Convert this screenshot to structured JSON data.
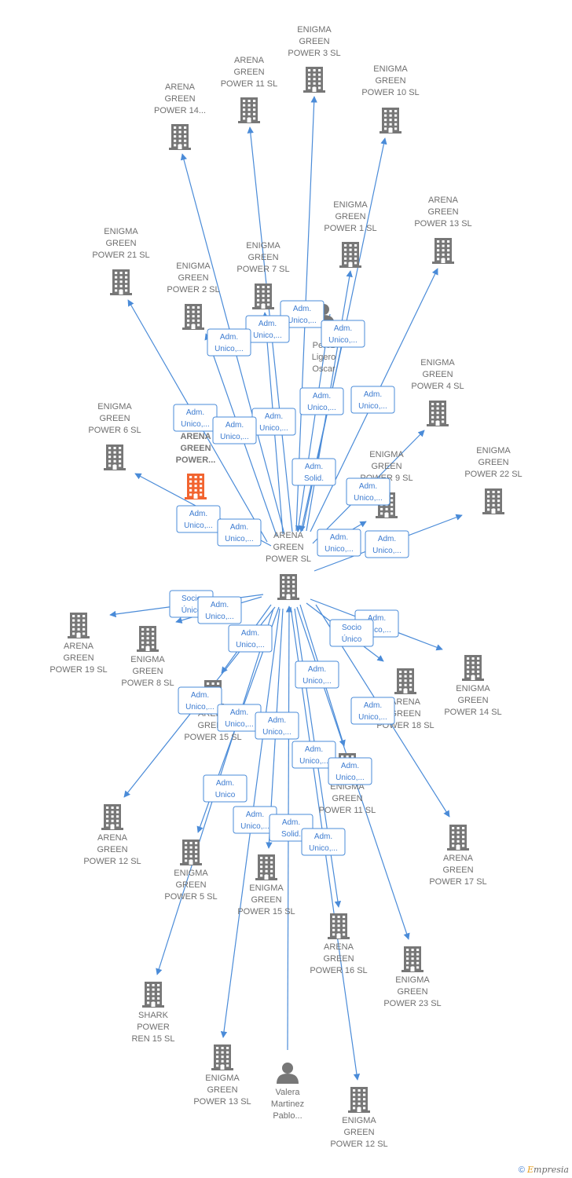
{
  "colors": {
    "edge": "#4a8bd8",
    "node": "#777777",
    "highlight": "#f26430",
    "label": "#6f6f6f"
  },
  "watermark": {
    "copyright_symbol": "©",
    "brand_initial": "E",
    "brand_rest": "mpresia"
  },
  "nodes": [
    {
      "id": "center",
      "type": "company",
      "lines": [
        "ARENA",
        "GREEN",
        "POWER SL"
      ]
    },
    {
      "id": "n_eg3",
      "type": "company",
      "lines": [
        "ENIGMA",
        "GREEN",
        "POWER 3 SL"
      ]
    },
    {
      "id": "n_ag11",
      "type": "company",
      "lines": [
        "ARENA",
        "GREEN",
        "POWER 11 SL"
      ]
    },
    {
      "id": "n_eg10",
      "type": "company",
      "lines": [
        "ENIGMA",
        "GREEN",
        "POWER 10 SL"
      ]
    },
    {
      "id": "n_ag14",
      "type": "company",
      "lines": [
        "ARENA",
        "GREEN",
        "POWER 14..."
      ]
    },
    {
      "id": "n_eg21",
      "type": "company",
      "lines": [
        "ENIGMA",
        "GREEN",
        "POWER 21 SL"
      ]
    },
    {
      "id": "n_eg1",
      "type": "company",
      "lines": [
        "ENIGMA",
        "GREEN",
        "POWER 1 SL"
      ]
    },
    {
      "id": "n_ag13",
      "type": "company",
      "lines": [
        "ARENA",
        "GREEN",
        "POWER 13 SL"
      ]
    },
    {
      "id": "n_eg7",
      "type": "company",
      "lines": [
        "ENIGMA",
        "GREEN",
        "POWER 7 SL"
      ]
    },
    {
      "id": "n_eg2",
      "type": "company",
      "lines": [
        "ENIGMA",
        "GREEN",
        "POWER 2 SL"
      ]
    },
    {
      "id": "n_perez",
      "type": "person",
      "lines": [
        "Perez",
        "Ligero",
        "Oscar"
      ]
    },
    {
      "id": "n_eg4",
      "type": "company",
      "lines": [
        "ENIGMA",
        "GREEN",
        "POWER 4 SL"
      ]
    },
    {
      "id": "n_eg6",
      "type": "company",
      "lines": [
        "ENIGMA",
        "GREEN",
        "POWER 6 SL"
      ]
    },
    {
      "id": "n_agp",
      "type": "company",
      "highlight": true,
      "lines": [
        "ARENA",
        "GREEN",
        "POWER..."
      ]
    },
    {
      "id": "n_eg9",
      "type": "company",
      "lines": [
        "ENIGMA",
        "GREEN",
        "POWER 9 SL"
      ]
    },
    {
      "id": "n_eg22",
      "type": "company",
      "lines": [
        "ENIGMA",
        "GREEN",
        "POWER 22 SL"
      ]
    },
    {
      "id": "n_ag19",
      "type": "company",
      "lines": [
        "ARENA",
        "GREEN",
        "POWER 19 SL"
      ]
    },
    {
      "id": "n_eg8",
      "type": "company",
      "lines": [
        "ENIGMA",
        "GREEN",
        "POWER 8 SL"
      ]
    },
    {
      "id": "n_ag15",
      "type": "company",
      "lines": [
        "ARENA",
        "GREEN",
        "POWER 15 SL"
      ]
    },
    {
      "id": "n_ag18",
      "type": "company",
      "lines": [
        "ARENA",
        "GREEN",
        "POWER 18 SL"
      ]
    },
    {
      "id": "n_eg14",
      "type": "company",
      "lines": [
        "ENIGMA",
        "GREEN",
        "POWER 14 SL"
      ]
    },
    {
      "id": "n_eg11",
      "type": "company",
      "lines": [
        "ENIGMA",
        "GREEN",
        "POWER 11 SL"
      ]
    },
    {
      "id": "n_ag12",
      "type": "company",
      "lines": [
        "ARENA",
        "GREEN",
        "POWER 12 SL"
      ]
    },
    {
      "id": "n_eg5",
      "type": "company",
      "lines": [
        "ENIGMA",
        "GREEN",
        "POWER 5 SL"
      ]
    },
    {
      "id": "n_eg15",
      "type": "company",
      "lines": [
        "ENIGMA",
        "GREEN",
        "POWER 15 SL"
      ]
    },
    {
      "id": "n_ag17",
      "type": "company",
      "lines": [
        "ARENA",
        "GREEN",
        "POWER 17 SL"
      ]
    },
    {
      "id": "n_ag16",
      "type": "company",
      "lines": [
        "ARENA",
        "GREEN",
        "POWER 16 SL"
      ]
    },
    {
      "id": "n_eg23",
      "type": "company",
      "lines": [
        "ENIGMA",
        "GREEN",
        "POWER 23 SL"
      ]
    },
    {
      "id": "n_shark",
      "type": "company",
      "lines": [
        "SHARK",
        "POWER",
        "REN 15 SL"
      ]
    },
    {
      "id": "n_eg13",
      "type": "company",
      "lines": [
        "ENIGMA",
        "GREEN",
        "POWER 13 SL"
      ]
    },
    {
      "id": "n_valera",
      "type": "person",
      "lines": [
        "Valera",
        "Martinez",
        "Pablo..."
      ]
    },
    {
      "id": "n_eg12",
      "type": "company",
      "lines": [
        "ENIGMA",
        "GREEN",
        "POWER 12 SL"
      ]
    }
  ],
  "edge_labels": [
    {
      "id": "l1",
      "lines": [
        "Adm.",
        "Unico,..."
      ]
    },
    {
      "id": "l2",
      "lines": [
        "Adm.",
        "Unico,..."
      ]
    },
    {
      "id": "l3",
      "lines": [
        "Adm.",
        "Unico,..."
      ]
    },
    {
      "id": "l4",
      "lines": [
        "Adm.",
        "Unico,..."
      ]
    },
    {
      "id": "l5",
      "lines": [
        "Adm.",
        "Unico,..."
      ]
    },
    {
      "id": "l6",
      "lines": [
        "Adm.",
        "Unico,..."
      ]
    },
    {
      "id": "l7",
      "lines": [
        "Adm.",
        "Unico,..."
      ]
    },
    {
      "id": "l8",
      "lines": [
        "Adm.",
        "Unico,..."
      ]
    },
    {
      "id": "l9",
      "lines": [
        "Adm.",
        "Unico,..."
      ]
    },
    {
      "id": "l10",
      "lines": [
        "Adm.",
        "Solid."
      ]
    },
    {
      "id": "l11",
      "lines": [
        "Adm.",
        "Unico,..."
      ]
    },
    {
      "id": "l12",
      "lines": [
        "Adm.",
        "Unico,..."
      ]
    },
    {
      "id": "l13",
      "lines": [
        "Adm.",
        "Unico,..."
      ]
    },
    {
      "id": "l14",
      "lines": [
        "Adm.",
        "Unico,..."
      ]
    },
    {
      "id": "l15",
      "lines": [
        "Adm.",
        "Unico,..."
      ]
    },
    {
      "id": "l16",
      "lines": [
        "Socio",
        "Único"
      ]
    },
    {
      "id": "l17",
      "lines": [
        "Adm.",
        "Unico,..."
      ]
    },
    {
      "id": "l18",
      "lines": [
        "Adm.",
        "Unico,..."
      ]
    },
    {
      "id": "l19",
      "lines": [
        "Socio",
        "Único"
      ]
    },
    {
      "id": "l20",
      "lines": [
        "Adm.",
        "Unico,..."
      ]
    },
    {
      "id": "l21",
      "lines": [
        "Adm.",
        "Unico,..."
      ]
    },
    {
      "id": "l22",
      "lines": [
        "Adm.",
        "Unico,..."
      ]
    },
    {
      "id": "l23",
      "lines": [
        "Adm.",
        "Unico,..."
      ]
    },
    {
      "id": "l24",
      "lines": [
        "Adm.",
        "Unico,..."
      ]
    },
    {
      "id": "l25",
      "lines": [
        "Adm.",
        "Unico,..."
      ]
    },
    {
      "id": "l26",
      "lines": [
        "Adm.",
        "Unico,..."
      ]
    },
    {
      "id": "l27",
      "lines": [
        "Adm.",
        "Unico,..."
      ]
    },
    {
      "id": "l28",
      "lines": [
        "Adm.",
        "Unico"
      ]
    },
    {
      "id": "l29",
      "lines": [
        "Adm.",
        "Unico,..."
      ]
    },
    {
      "id": "l30",
      "lines": [
        "Adm.",
        "Solid."
      ]
    },
    {
      "id": "l31",
      "lines": [
        "Adm.",
        "Unico,..."
      ]
    }
  ]
}
